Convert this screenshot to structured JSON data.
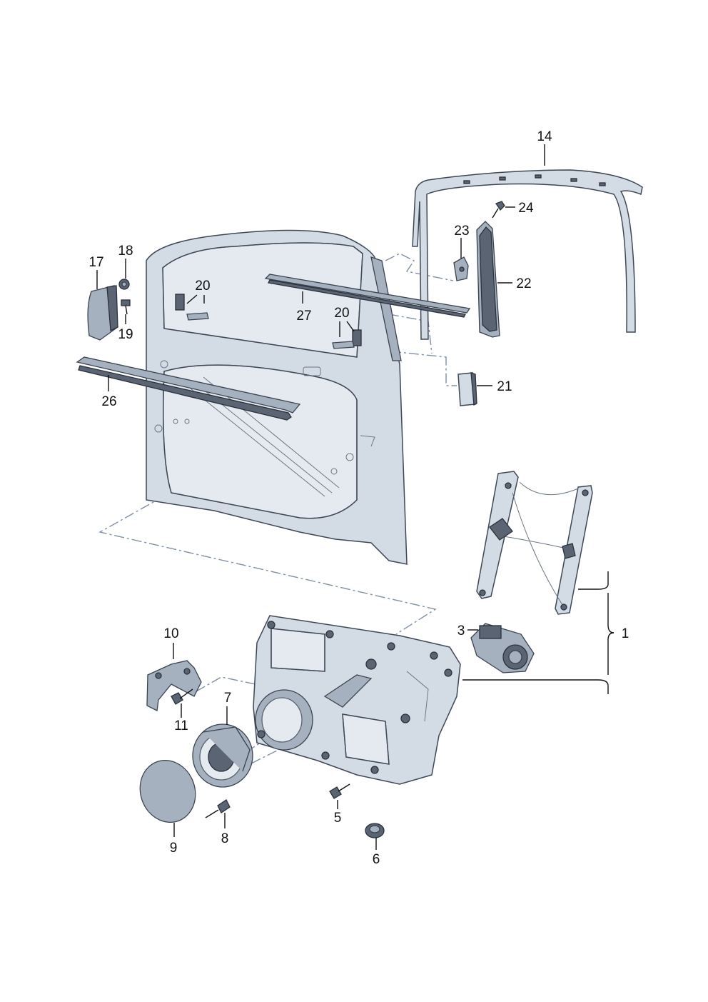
{
  "diagram": {
    "callouts": [
      {
        "id": "c14",
        "label": "14"
      },
      {
        "id": "c24",
        "label": "24"
      },
      {
        "id": "c23",
        "label": "23"
      },
      {
        "id": "c22",
        "label": "22"
      },
      {
        "id": "c21",
        "label": "21"
      },
      {
        "id": "c18",
        "label": "18"
      },
      {
        "id": "c17",
        "label": "17"
      },
      {
        "id": "c19",
        "label": "19"
      },
      {
        "id": "c20a",
        "label": "20"
      },
      {
        "id": "c20b",
        "label": "20"
      },
      {
        "id": "c27",
        "label": "27"
      },
      {
        "id": "c26",
        "label": "26"
      },
      {
        "id": "c1",
        "label": "1"
      },
      {
        "id": "c3",
        "label": "3"
      },
      {
        "id": "c10",
        "label": "10"
      },
      {
        "id": "c11",
        "label": "11"
      },
      {
        "id": "c7",
        "label": "7"
      },
      {
        "id": "c9",
        "label": "9"
      },
      {
        "id": "c8",
        "label": "8"
      },
      {
        "id": "c5",
        "label": "5"
      },
      {
        "id": "c6",
        "label": "6"
      }
    ]
  }
}
